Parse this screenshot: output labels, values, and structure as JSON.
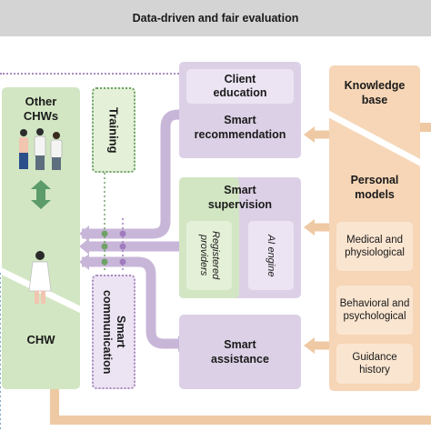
{
  "title": "Data-driven and fair evaluation",
  "chw_column": {
    "other_chws": [
      "Other",
      "CHWs"
    ],
    "chw": "CHW"
  },
  "training": "Training",
  "smart_communication": [
    "Smart",
    "communication"
  ],
  "services": {
    "client_education": [
      "Client",
      "education"
    ],
    "smart_recommendation": [
      "Smart",
      "recommendation"
    ],
    "smart_supervision": [
      "Smart",
      "supervision"
    ],
    "registered_providers": [
      "Registered",
      "providers"
    ],
    "ai_engine": "AI engine",
    "smart_assistance": [
      "Smart",
      "assistance"
    ]
  },
  "knowledge": {
    "knowledge_base": [
      "Knowledge",
      "base"
    ],
    "personal_models": [
      "Personal",
      "models"
    ],
    "items": [
      [
        "Medical and",
        "physiological"
      ],
      [
        "Behavioral and",
        "psychological"
      ],
      [
        "Guidance",
        "history"
      ]
    ]
  },
  "colors": {
    "banner": "#d4d4d4",
    "green": "#d2e6c3",
    "green_light": "#e4f0d8",
    "purple": "#dcd0e6",
    "purple_light": "#ece4f3",
    "peach": "#f6d6b6",
    "peach_light": "#fae5d0",
    "arrow_purple": "#c8b6d8",
    "arrow_peach": "#efc9a4"
  }
}
